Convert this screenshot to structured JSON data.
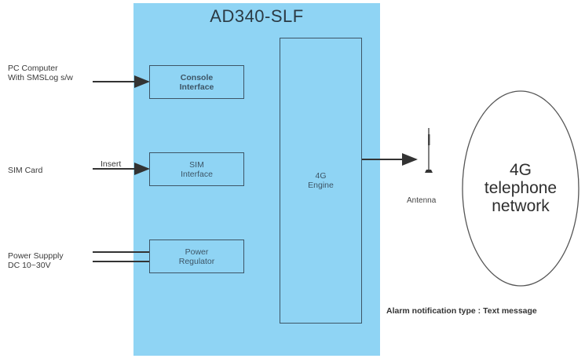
{
  "device": {
    "title": "AD340-SLF"
  },
  "inputs": [
    {
      "label_lines": [
        "PC Computer",
        "With SMSLog s/w"
      ]
    },
    {
      "label_lines": [
        "SIM Card"
      ],
      "arrow_label": "Insert"
    },
    {
      "label_lines": [
        "Power Suppply",
        "DC 10~30V"
      ]
    }
  ],
  "modules": {
    "console": [
      "Console",
      "Interface"
    ],
    "sim": [
      "SIM",
      "Interface"
    ],
    "power": [
      "Power",
      "Regulator"
    ],
    "engine": [
      "4G",
      "Engine"
    ]
  },
  "antenna": {
    "label": "Antenna"
  },
  "network": {
    "lines": [
      "4G",
      "telephone",
      "network"
    ]
  },
  "footer": {
    "alarm": "Alarm notification type : Text message"
  },
  "colors": {
    "panel": "#8fd4f4",
    "box_border": "#3d5566",
    "arrow": "#333333"
  }
}
